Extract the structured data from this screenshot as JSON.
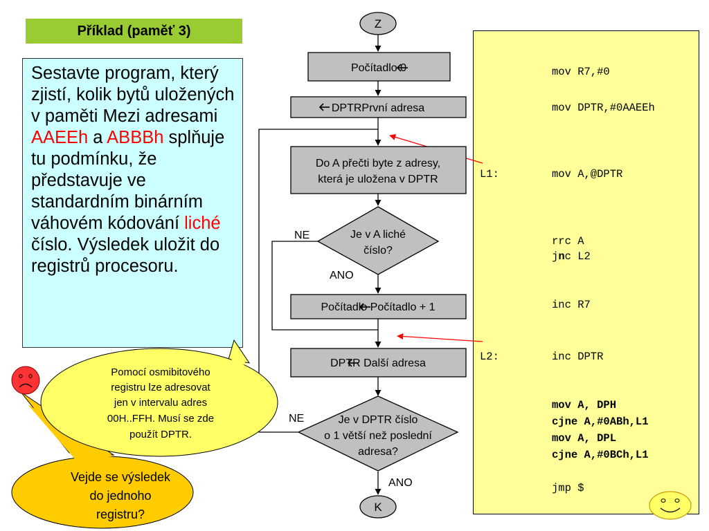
{
  "title": "Příklad (paměť 3)",
  "task": {
    "part1": "Sestavte program, který zjistí, kolik bytů uložených v paměti Mezi adresami ",
    "addr1": "AAEEh",
    "part2": " a ",
    "addr2": "ABBBh",
    "part3": " splňuje tu podmínku, že představuje  ve standardním  binárním váhovém kódování ",
    "odd": "liché",
    "part4": " číslo. Výsledek uložit do registrů procesoru."
  },
  "flowchart": {
    "start": "Z",
    "init_counter": "Počítadlo  0",
    "init_dptr": "DPTRPrvní adresa",
    "read_line1": "Do A přečti byte z adresy,",
    "read_line2": "která je uložena v DPTR",
    "check_odd_line1": "Je v A liché",
    "check_odd_line2": "číslo?",
    "no_label_1": "NE",
    "yes_label_1": "ANO",
    "increment": "Počítadlo  Počítadlo + 1",
    "next_addr": "DPTR  Další adresa",
    "check_end_line1": "Je v DPTR číslo",
    "check_end_line2": "o 1 větší než poslední",
    "check_end_line3": "adresa?",
    "no_label_2": "NE",
    "yes_label_2": "ANO",
    "end": "K"
  },
  "code": {
    "l1": "mov R7,#0",
    "l2": "mov DPTR,#0AAEEh",
    "label_l1": "L1:",
    "l3": "mov A,@DPTR",
    "l4": "rrc A",
    "l5_pre": "j",
    "l5_bold": "n",
    "l5_post": "c L2",
    "l6": "inc R7",
    "label_l2": "L2:",
    "l7": "inc DPTR",
    "l8": "mov A, DPH",
    "l9": "cjne A,#0ABh,L1",
    "l10": "mov A, DPL",
    "l11": "cjne A,#0BCh,L1",
    "l12": "jmp $"
  },
  "bubbles": {
    "pink_line1": "Pomocí osmibitového",
    "pink_line2": "registru lze adresovat",
    "pink_line3": "jen v intervalu adres",
    "pink_line4": "00H..FFH. Musí se zde",
    "pink_line5": "použít DPTR.",
    "orange_line1": "Vejde se výsledek",
    "orange_line2": "do jednoho",
    "orange_line3": "registru?"
  },
  "colors": {
    "title_bg": "#99cc33",
    "task_bg": "#ccffff",
    "code_bg": "#ffff99",
    "box_fill": "#c0c0c0",
    "highlight_red": "#ff0000",
    "bubble_yellow": "#ffff66",
    "bubble_orange": "#ffcc00",
    "sad_face": "#ff3333",
    "happy_face": "#ffff66"
  },
  "icons": [
    "sad-face-icon",
    "happy-face-icon",
    "left-arrow-icon"
  ]
}
